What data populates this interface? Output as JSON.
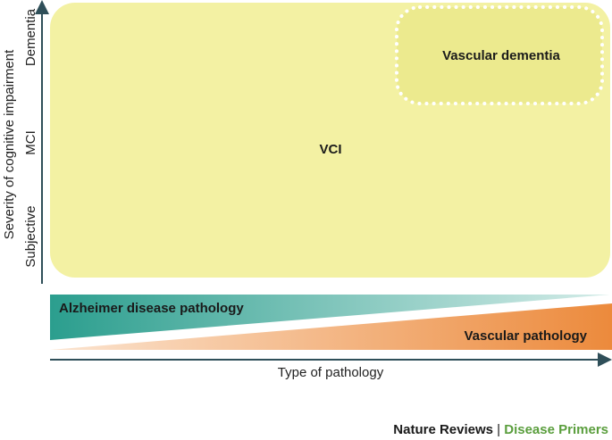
{
  "y_axis": {
    "title": "Severity of cognitive impairment",
    "levels": [
      "Dementia",
      "MCI",
      "Subjective"
    ]
  },
  "x_axis": {
    "title": "Type of pathology"
  },
  "regions": {
    "vci": "VCI",
    "vascular_dementia": "Vascular dementia"
  },
  "pathology_bars": {
    "alzheimer": "Alzheimer disease pathology",
    "vascular": "Vascular pathology"
  },
  "colors": {
    "region_fill": "#f3f1a3",
    "inner_region_fill": "#ecea8e",
    "alzheimer_dark": "#2b9e8e",
    "alzheimer_light": "#c8e6e2",
    "vascular_dark": "#ec8a3c",
    "vascular_light": "#f9dcc3",
    "axis": "#2f4f59",
    "credit_green": "#5a9e3d"
  },
  "credit": {
    "publisher": "Nature Reviews",
    "separator": "|",
    "series": "Disease Primers"
  }
}
